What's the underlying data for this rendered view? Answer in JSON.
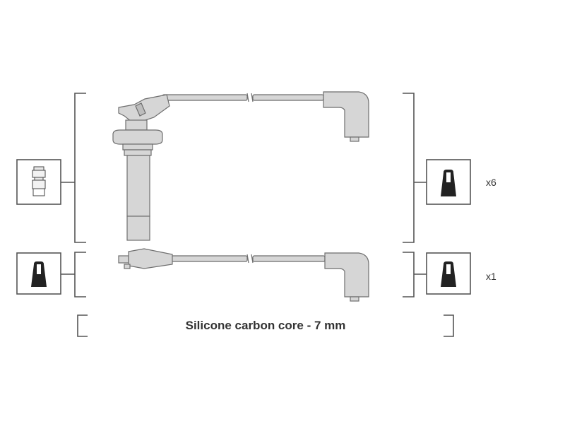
{
  "counts": {
    "upper": "x6",
    "lower": "x1"
  },
  "caption": "Silicone carbon core - 7 mm",
  "colors": {
    "line": "#555555",
    "part_fill": "#d6d6d6",
    "part_stroke": "#6e6e6e",
    "terminal_fill": "#222222"
  },
  "icons": {
    "left_upper": "spark-plug-terminal-icon",
    "left_lower": "boot-terminal-icon",
    "right_upper": "boot-terminal-icon",
    "right_lower": "boot-terminal-icon"
  }
}
